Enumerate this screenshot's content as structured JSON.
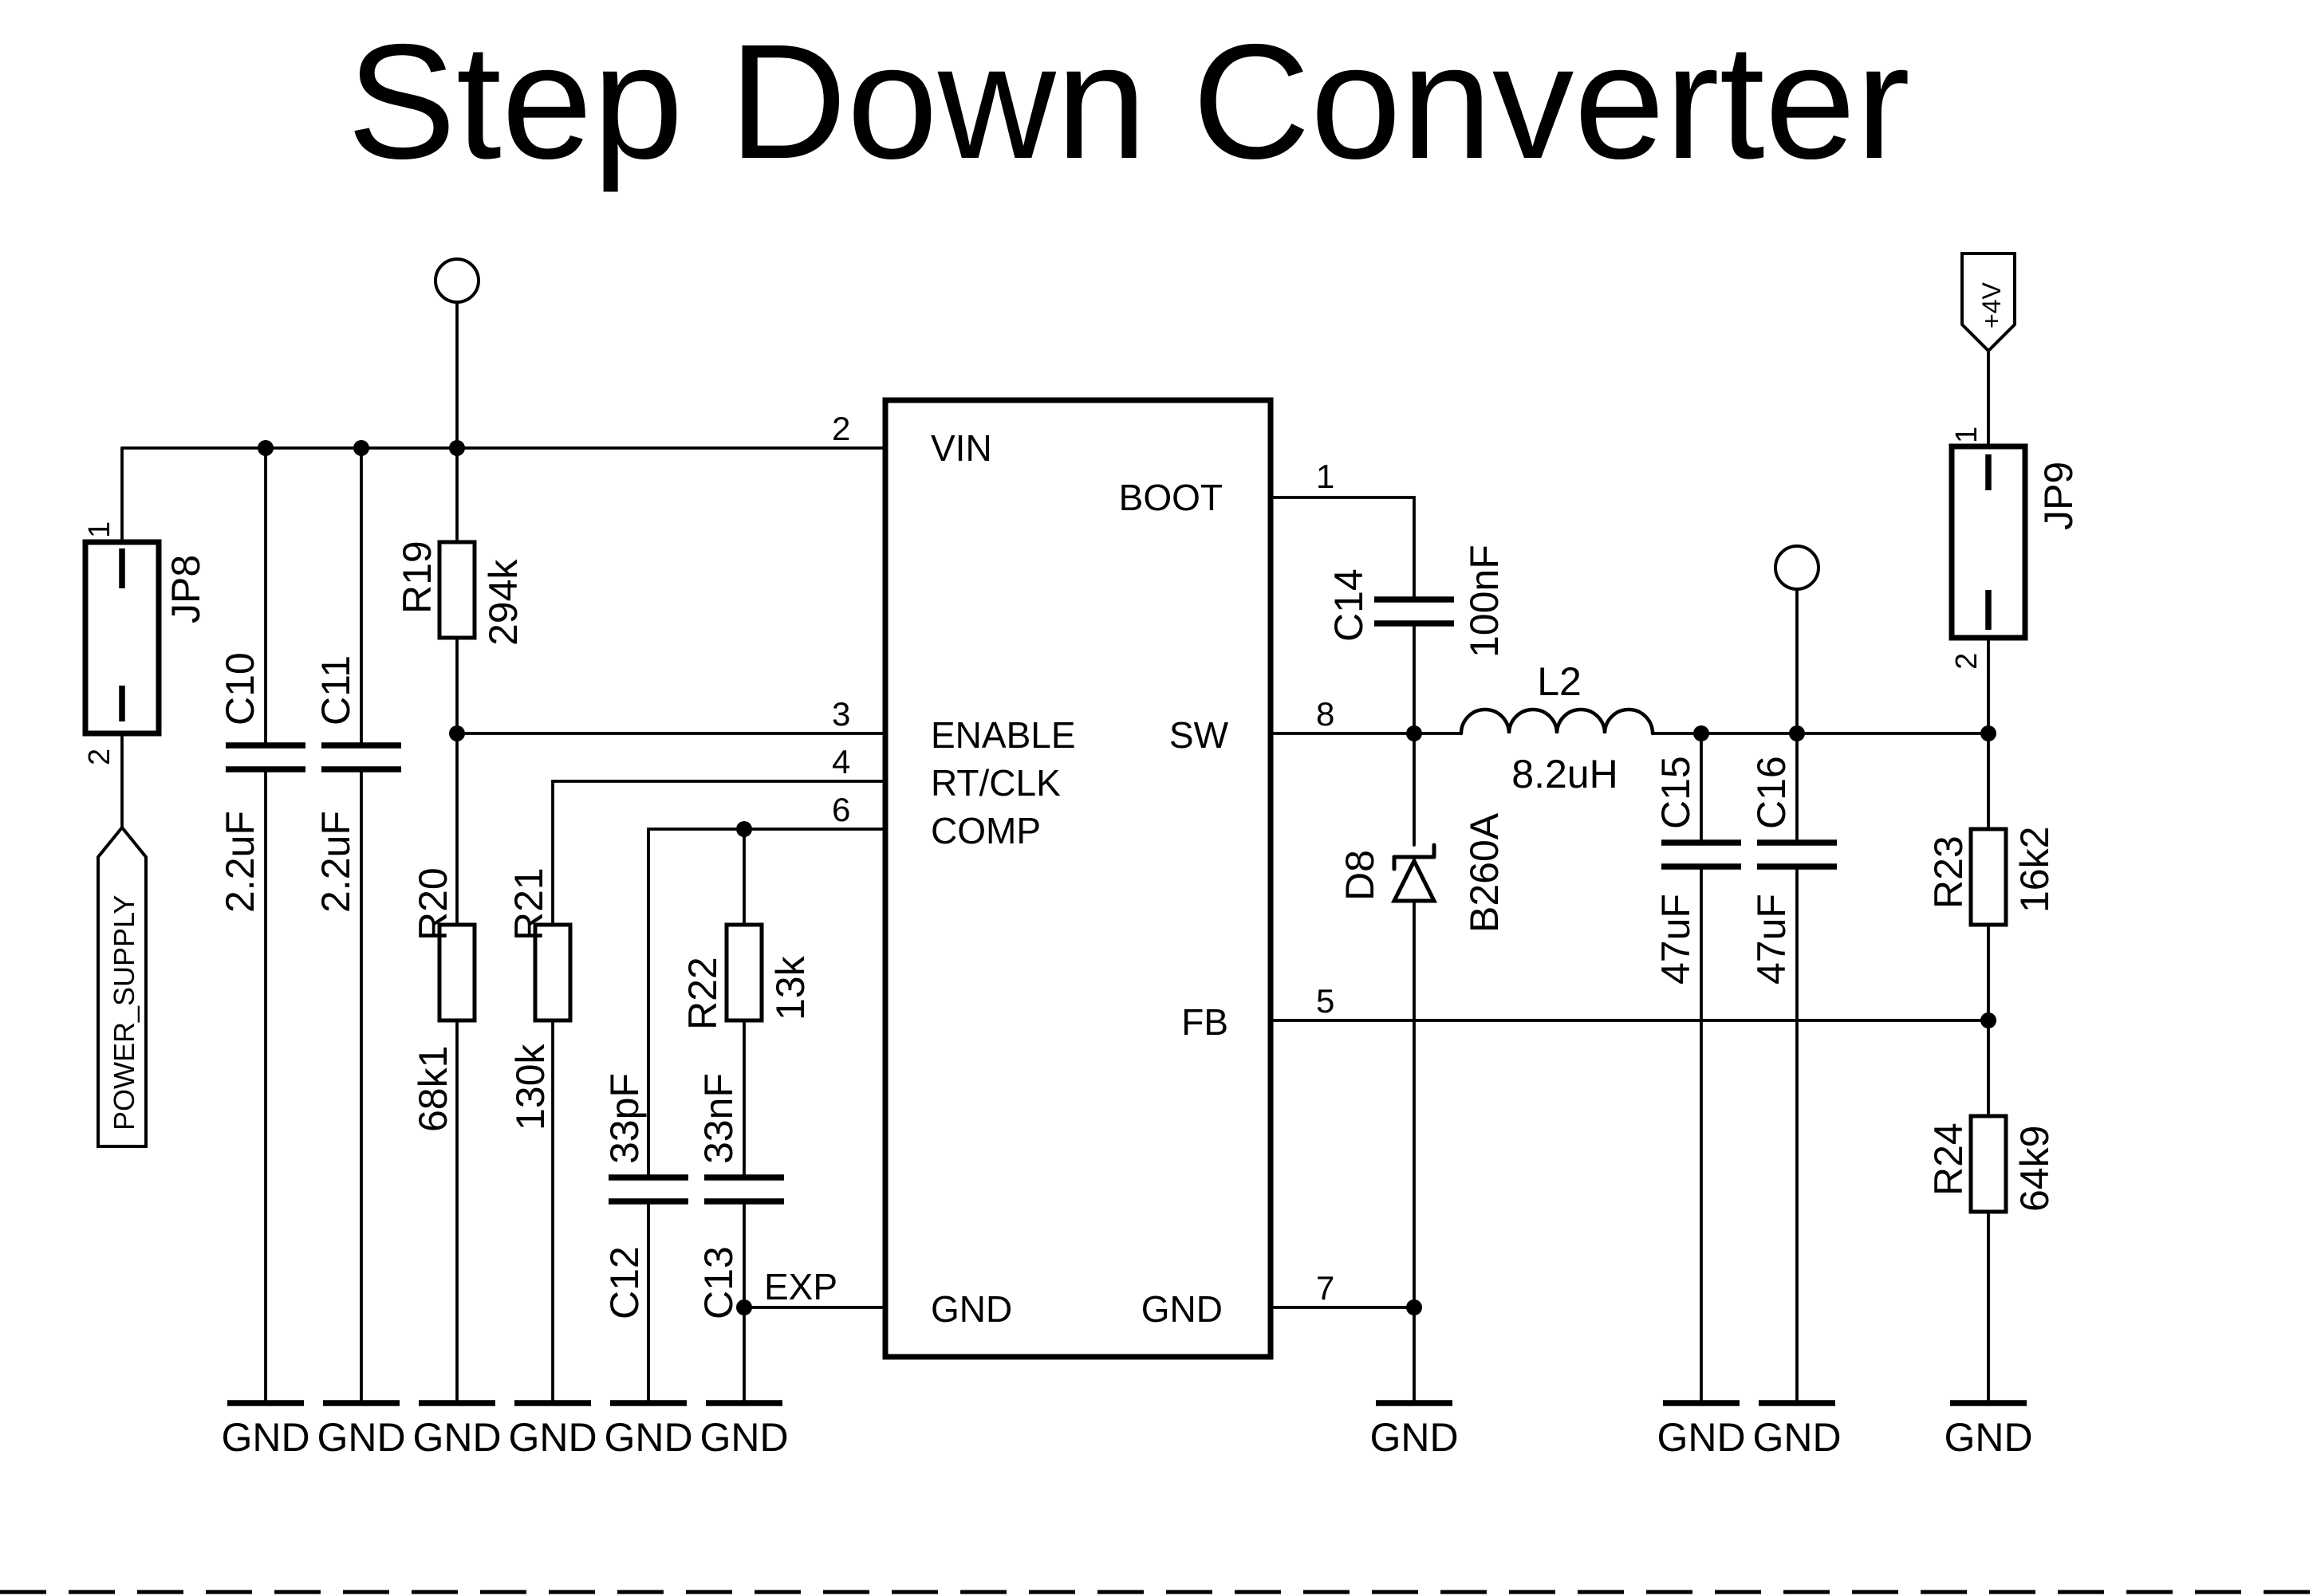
{
  "title": "Step Down Converter",
  "ic": {
    "pins_left": [
      {
        "name": "VIN",
        "number": "2"
      },
      {
        "name": "ENABLE",
        "number": "3"
      },
      {
        "name": "RT/CLK",
        "number": "4"
      },
      {
        "name": "COMP",
        "number": "6"
      },
      {
        "name": "GND",
        "number": ""
      }
    ],
    "pins_right": [
      {
        "name": "BOOT",
        "number": "1"
      },
      {
        "name": "SW",
        "number": "8"
      },
      {
        "name": "FB",
        "number": "5"
      },
      {
        "name": "GND",
        "number": "7"
      }
    ],
    "exp_label": "EXP"
  },
  "connectors": {
    "jp8": {
      "name": "JP8",
      "pin1": "1",
      "pin2": "2"
    },
    "jp9": {
      "name": "JP9",
      "pin1": "1",
      "pin2": "2"
    }
  },
  "net_labels": {
    "power_supply": "POWER_SUPPLY",
    "plus4v": "+4V",
    "gnd": "GND"
  },
  "components": {
    "c10": {
      "ref": "C10",
      "value": "2.2uF"
    },
    "c11": {
      "ref": "C11",
      "value": "2.2uF"
    },
    "r19": {
      "ref": "R19",
      "value": "294k"
    },
    "r20": {
      "ref": "R20",
      "value": "68k1"
    },
    "r21": {
      "ref": "R21",
      "value": "130k"
    },
    "c12": {
      "ref": "C12",
      "value": "33pF"
    },
    "c13": {
      "ref": "C13",
      "value": "33nF"
    },
    "r22": {
      "ref": "R22",
      "value": "13k"
    },
    "c14": {
      "ref": "C14",
      "value": "100nF"
    },
    "l2": {
      "ref": "L2",
      "value": "8.2uH"
    },
    "d8": {
      "ref": "D8",
      "value": "B260A"
    },
    "c15": {
      "ref": "C15",
      "value": "47uF"
    },
    "c16": {
      "ref": "C16",
      "value": "47uF"
    },
    "r23": {
      "ref": "R23",
      "value": "16k2"
    },
    "r24": {
      "ref": "R24",
      "value": "64k9"
    }
  }
}
